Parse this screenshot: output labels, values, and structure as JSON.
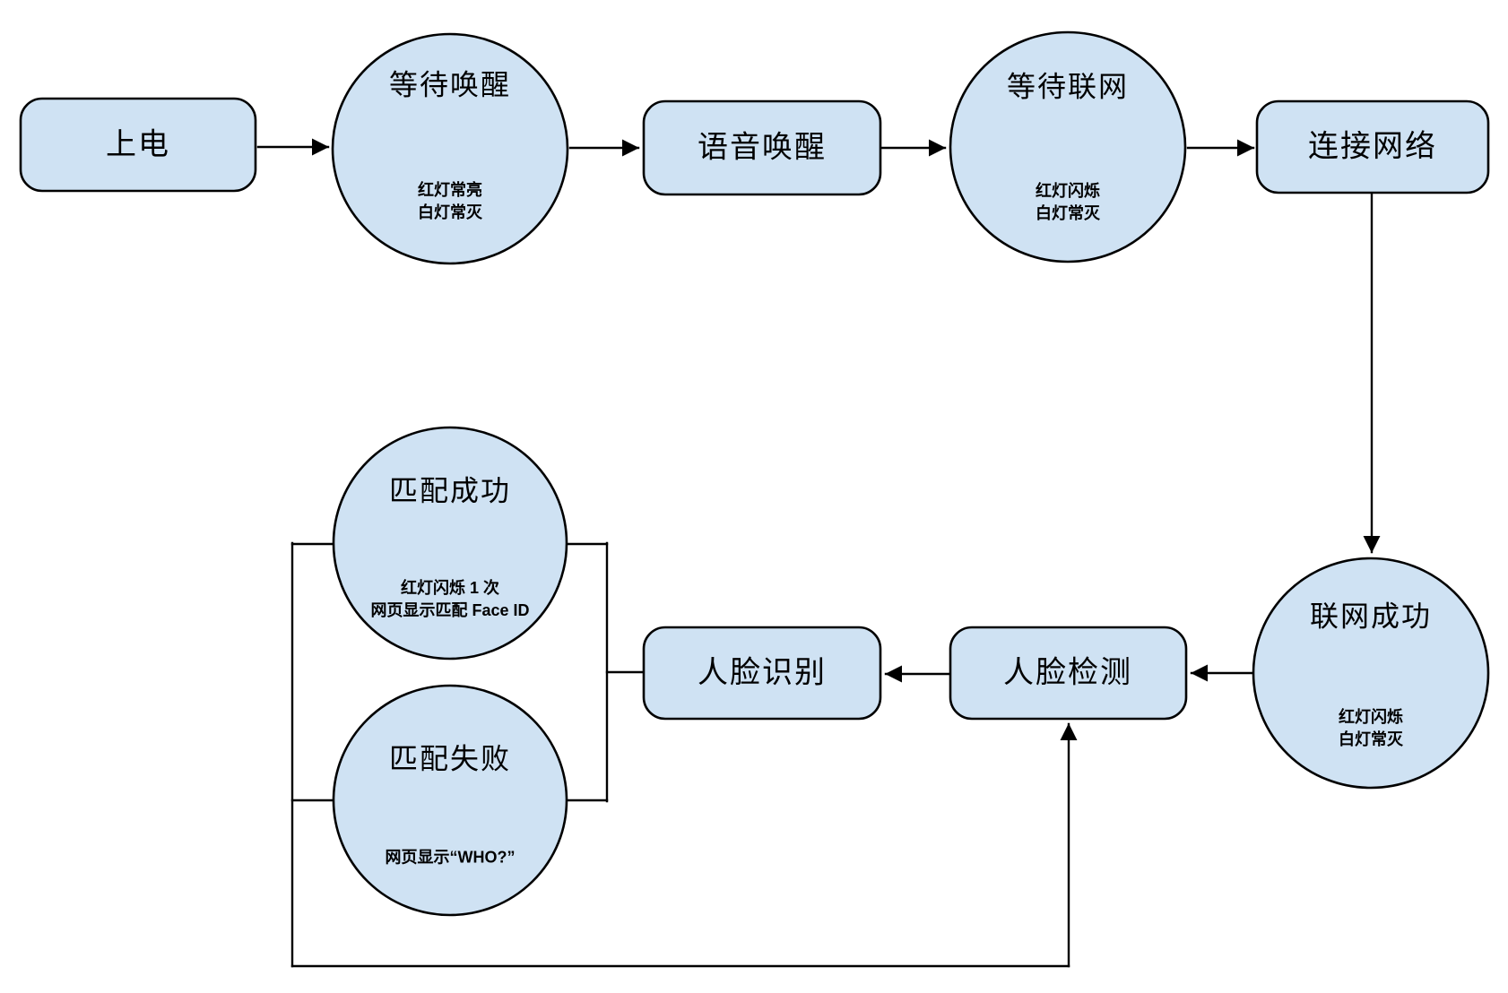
{
  "colors": {
    "background": "#ffffff",
    "node_fill": "#cfe2f3",
    "node_stroke": "#000000",
    "text_color": "#000000"
  },
  "nodes": {
    "power_on": {
      "label": "上电"
    },
    "wait_wake": {
      "title": "等待唤醒",
      "notes": [
        "红灯常亮",
        "白灯常灭"
      ]
    },
    "voice_wake": {
      "label": "语音唤醒"
    },
    "wait_network": {
      "title": "等待联网",
      "notes": [
        "红灯闪烁",
        "白灯常灭"
      ]
    },
    "connect_network": {
      "label": "连接网络"
    },
    "network_success": {
      "title": "联网成功",
      "notes": [
        "红灯闪烁",
        "白灯常灭"
      ]
    },
    "face_detect": {
      "label": "人脸检测"
    },
    "face_recognize": {
      "label": "人脸识别"
    },
    "match_success": {
      "title": "匹配成功",
      "notes": [
        "红灯闪烁 1 次",
        "网页显示匹配 Face ID"
      ]
    },
    "match_fail": {
      "title": "匹配失败",
      "notes": [
        "网页显示“WHO?”"
      ]
    }
  }
}
